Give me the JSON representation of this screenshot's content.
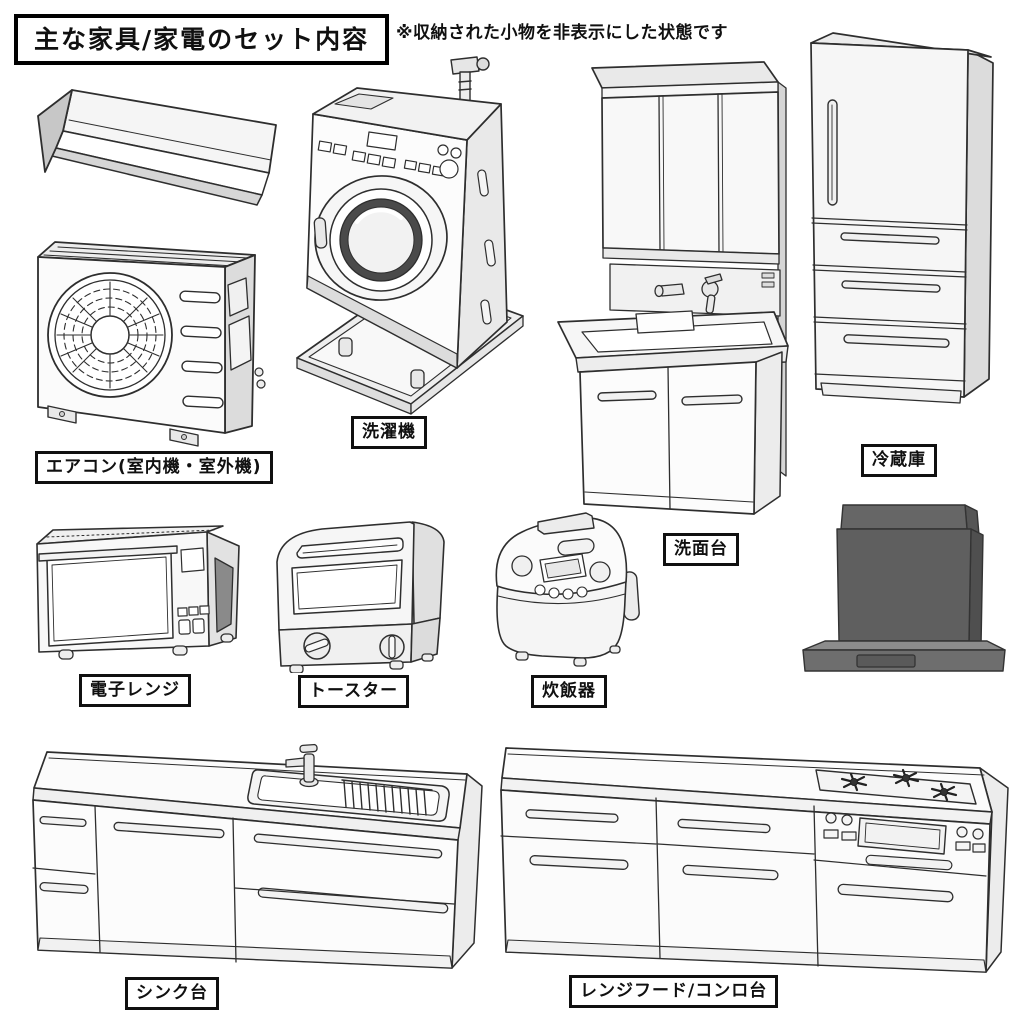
{
  "title": "主な家具/家電のセット内容",
  "note": "※収納された小物を非表示にした状態です",
  "items": [
    {
      "id": "air-conditioner",
      "label": "エアコン(室内機・室外機)"
    },
    {
      "id": "washing-machine",
      "label": "洗濯機"
    },
    {
      "id": "washbasin",
      "label": "洗面台"
    },
    {
      "id": "refrigerator",
      "label": "冷蔵庫"
    },
    {
      "id": "microwave",
      "label": "電子レンジ"
    },
    {
      "id": "toaster",
      "label": "トースター"
    },
    {
      "id": "rice-cooker",
      "label": "炊飯器"
    },
    {
      "id": "sink-counter",
      "label": "シンク台"
    },
    {
      "id": "range-hood-stove",
      "label": "レンジフード/コンロ台"
    }
  ],
  "colors": {
    "line": "#2e2e2e",
    "fill_white": "#ffffff",
    "fill_light": "#f5f5f5",
    "fill_mid": "#e4e4e4",
    "fill_side": "#d8d8d8",
    "hood_dark": "#5f5f5f",
    "hood_side": "#4f4f4f",
    "hood_base_top": "#8c8c8c",
    "hood_base_front": "#6e6e6e",
    "label_border": "#101010",
    "background": "#ffffff"
  }
}
